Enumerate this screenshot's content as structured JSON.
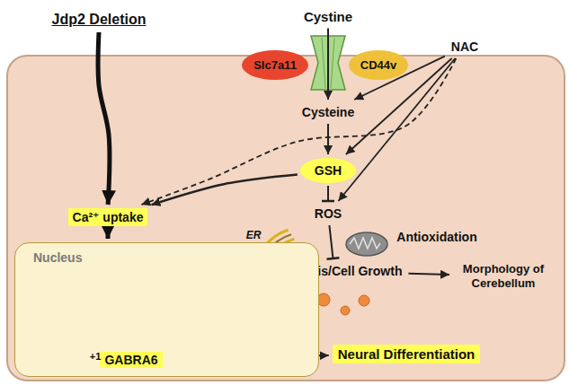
{
  "diagram": {
    "nodes": [
      {
        "text": [
          "Jdp2 Deletion"
        ]
      },
      {
        "text": [
          "Cystine"
        ]
      },
      {
        "text": [
          "NAC"
        ]
      },
      {
        "text": [
          "Slc7a11"
        ]
      },
      {
        "text": [
          "CD44v"
        ]
      },
      {
        "text": [
          "Cysteine"
        ]
      },
      {
        "text": [
          "GSH"
        ]
      },
      {
        "text": [
          "Ca²⁺ uptake"
        ]
      },
      {
        "text": [
          "ROS"
        ]
      },
      {
        "text": [
          "Apoptosis/Cell Growth"
        ]
      },
      {
        "text": [
          "Morphology of Cerebellum"
        ]
      },
      {
        "text": [
          "Nucleus"
        ]
      },
      {
        "text": [
          "GABRA6"
        ],
        "in": 11
      },
      {
        "text": [
          "Neural Differentiation"
        ]
      }
    ],
    "edges": [
      {
        "from": 0,
        "to": 7,
        "arrow": "to"
      },
      {
        "from": 1,
        "to": 5,
        "arrow": "to"
      },
      {
        "from": 2,
        "to": 5,
        "arrow": "to"
      },
      {
        "from": 2,
        "to": 6,
        "arrow": "to"
      },
      {
        "from": 2,
        "to": 8,
        "arrow": "to"
      },
      {
        "from": 2,
        "to": 7,
        "arrow": "to"
      },
      {
        "from": 5,
        "to": 6,
        "arrow": "to"
      },
      {
        "from": 6,
        "to": 7,
        "arrow": "to"
      },
      {
        "from": 6,
        "to": 8,
        "arrow": "to"
      },
      {
        "from": 8,
        "to": 9,
        "arrow": "to"
      },
      {
        "from": 9,
        "to": 10,
        "arrow": "to"
      },
      {
        "from": 7,
        "to": 11,
        "arrow": "to"
      },
      {
        "from": 12,
        "to": 13,
        "arrow": "to"
      }
    ],
    "labels": [
      "ER",
      "Antioxidation",
      "+1"
    ]
  }
}
